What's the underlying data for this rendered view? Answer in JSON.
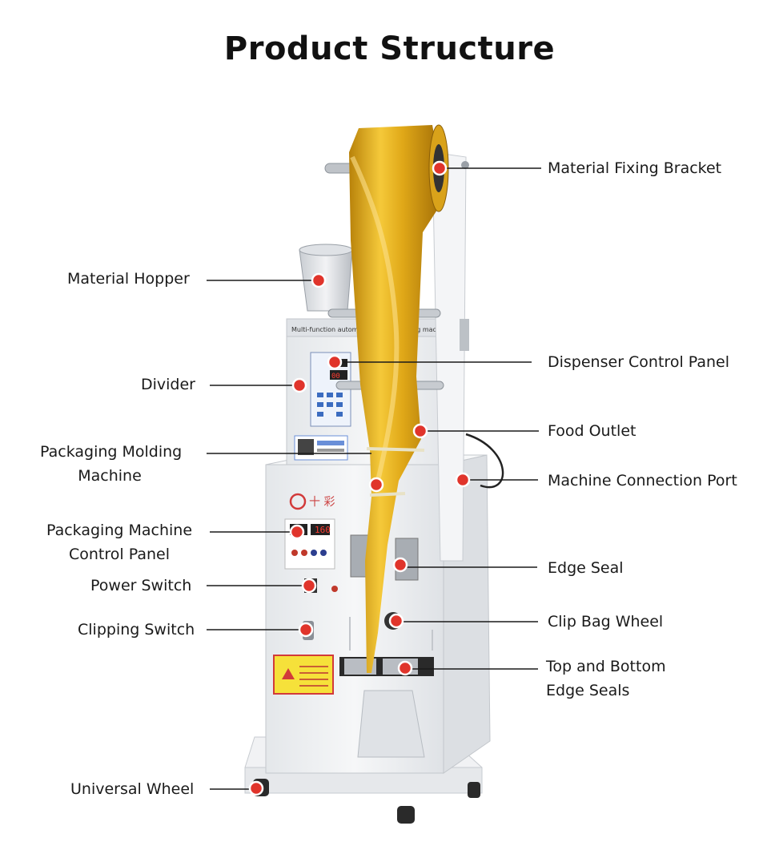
{
  "title": "Product Structure",
  "callouts": {
    "material_fixing_bracket": "Material Fixing Bracket",
    "material_hopper": "Material Hopper",
    "dispenser_control_panel": "Dispenser Control Panel",
    "divider": "Divider",
    "food_outlet": "Food Outlet",
    "packaging_molding_machine_1": "Packaging Molding",
    "packaging_molding_machine_2": "Machine",
    "machine_connection_port": "Machine Connection Port",
    "packaging_machine_control_panel_1": "Packaging Machine",
    "packaging_machine_control_panel_2": "Control Panel",
    "edge_seal": "Edge Seal",
    "power_switch": "Power Switch",
    "clip_bag_wheel": "Clip Bag Wheel",
    "clipping_switch": "Clipping Switch",
    "top_bottom_seals_1": "Top and Bottom",
    "top_bottom_seals_2": "Edge Seals",
    "universal_wheel": "Universal Wheel"
  },
  "colors": {
    "marker": "#e0342b",
    "film": "#e0a818",
    "body": "#eef0f2"
  }
}
